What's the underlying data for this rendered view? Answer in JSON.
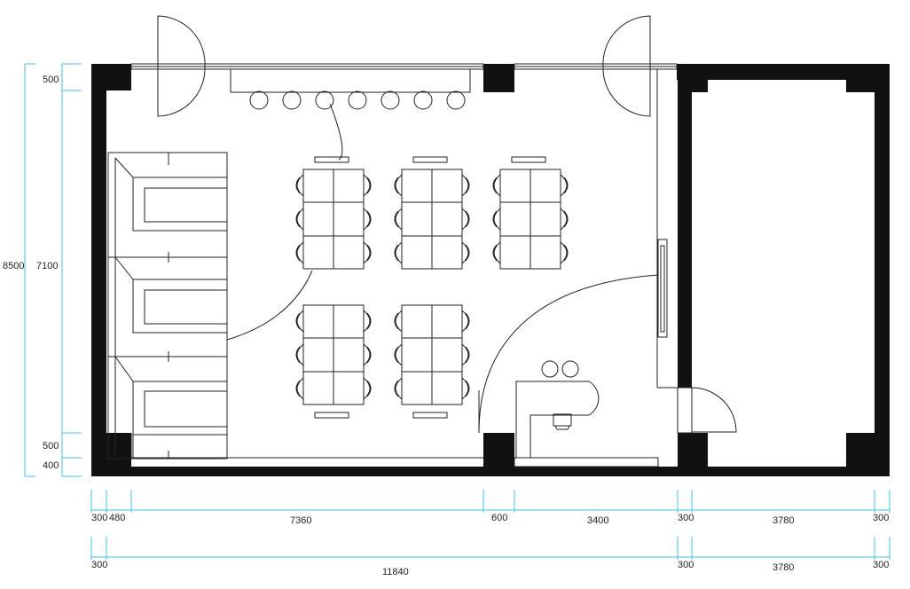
{
  "colors": {
    "wall": "#111111",
    "dimension": "#3fc3ea",
    "line": "#222222"
  },
  "dimensions": {
    "left_outer": "8500",
    "left_inner_top": "500",
    "left_inner_mid": "7100",
    "left_inner_bottom1": "500",
    "left_inner_bottom2": "400",
    "bottom_row1": [
      "300",
      "480",
      "7360",
      "600",
      "3400",
      "300",
      "3780",
      "300"
    ],
    "bottom_row2": [
      "300",
      "11840",
      "300",
      "3780",
      "300"
    ]
  }
}
